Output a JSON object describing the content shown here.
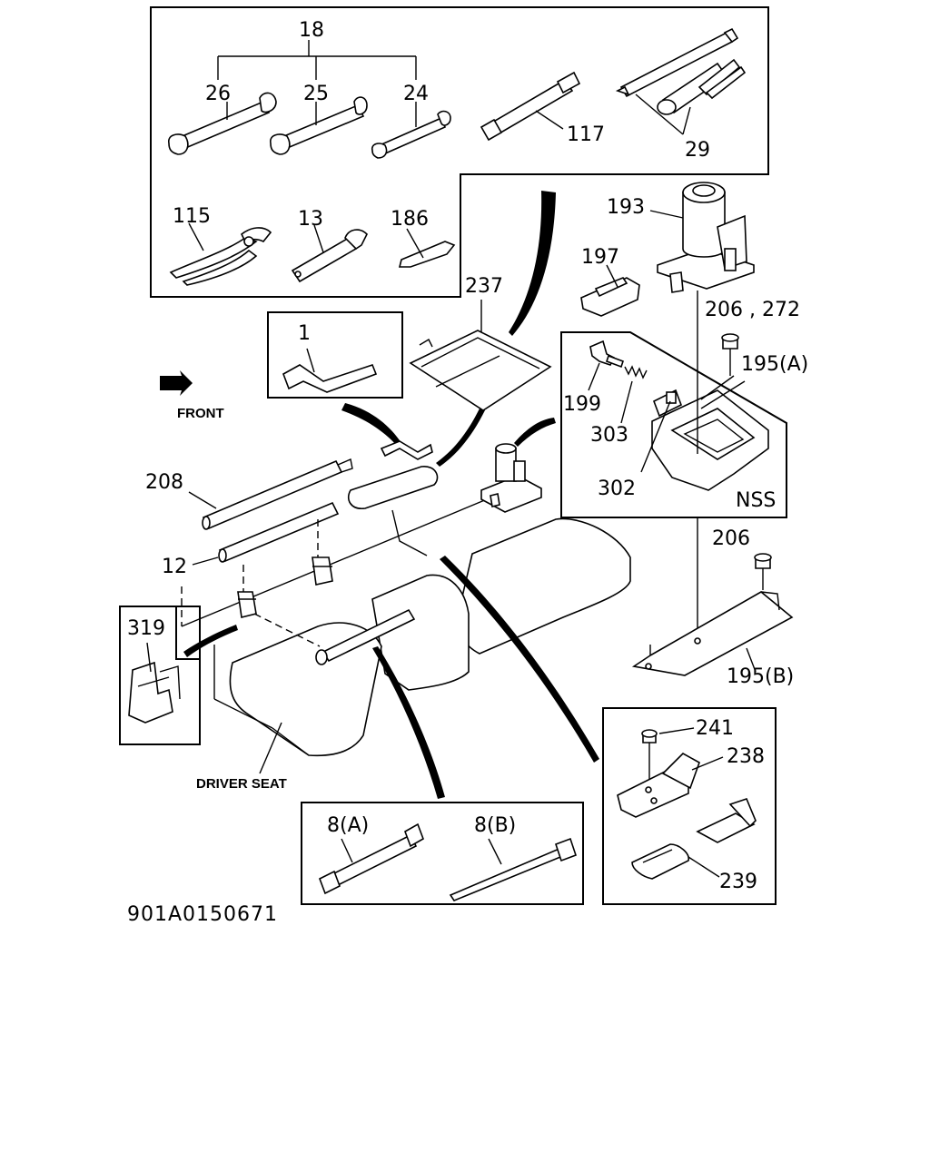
{
  "labels": {
    "p18": "18",
    "p26": "26",
    "p25": "25",
    "p24": "24",
    "p117": "117",
    "p29": "29",
    "p115": "115",
    "p13": "13",
    "p186": "186",
    "p193": "193",
    "p197": "197",
    "p237": "237",
    "p1": "1",
    "p206_272": "206 , 272",
    "p195a": "195(A)",
    "p199": "199",
    "p303": "303",
    "p302": "302",
    "nss": "NSS",
    "front": "FRONT",
    "p208": "208",
    "p12": "12",
    "p206": "206",
    "p319": "319",
    "p195b": "195(B)",
    "p241": "241",
    "p238": "238",
    "p239": "239",
    "driver_seat": "DRIVER SEAT",
    "p8a": "8(A)",
    "p8b": "8(B)",
    "diagram_code": "901A0150671"
  }
}
